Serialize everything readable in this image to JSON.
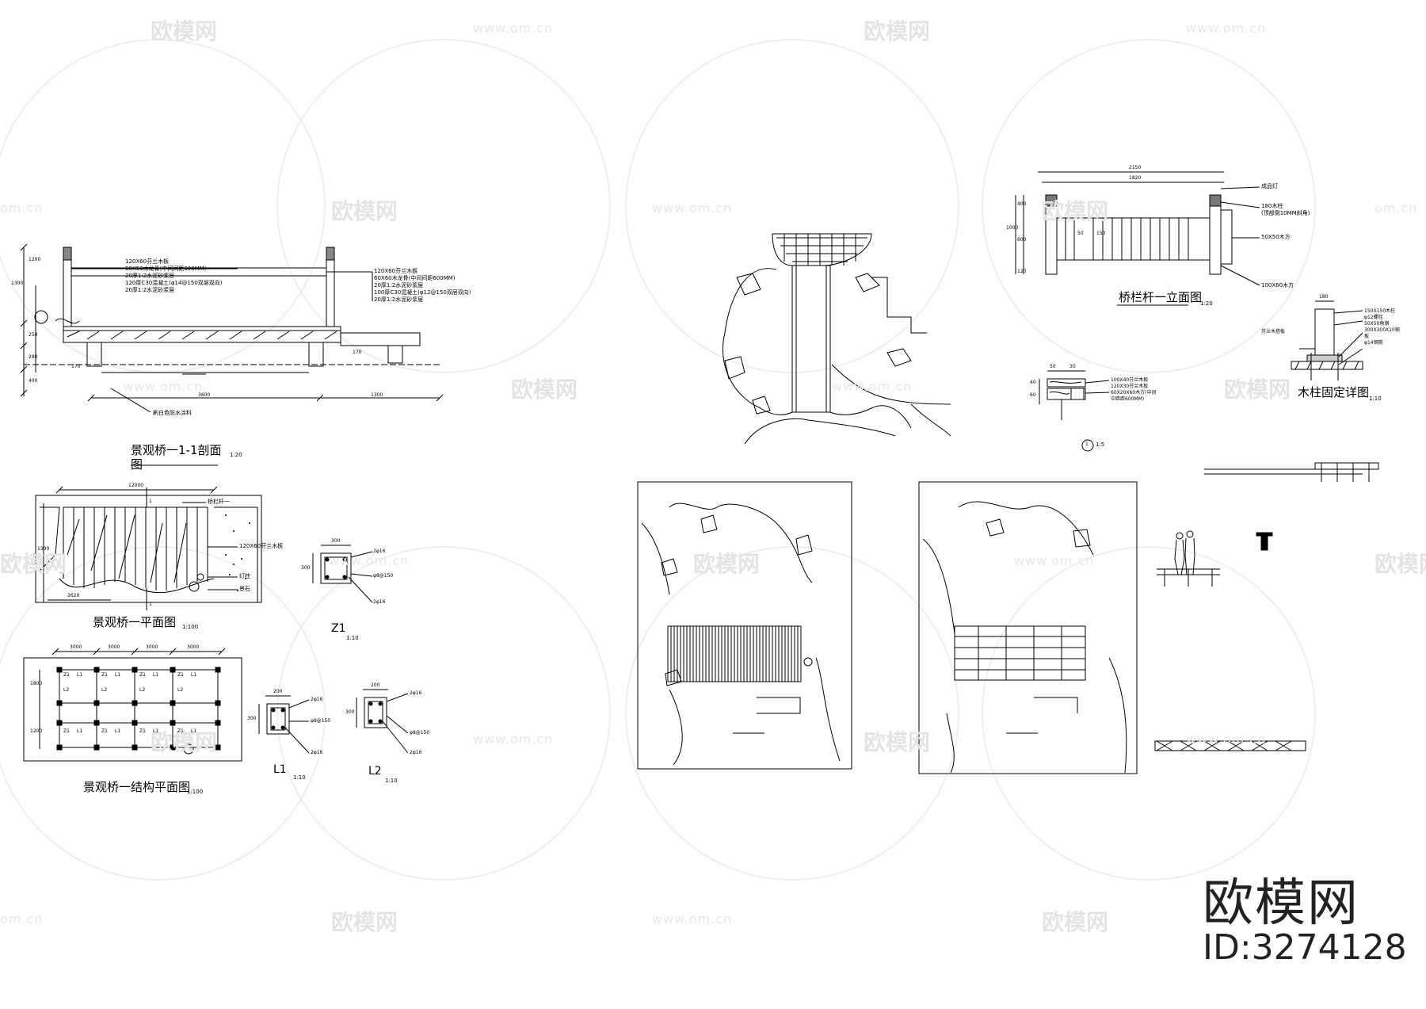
{
  "watermark": {
    "brand": "欧模网",
    "site": "www.om.cn",
    "site_short": "om.cn"
  },
  "brand_mark": {
    "name": "欧模网",
    "id": "ID:3274128"
  },
  "section_1_1": {
    "title": "景观桥一1-1剖面图",
    "scale": "1:20",
    "notes_left": [
      "120X60芬兰木板",
      "50X50木龙骨(中间间距600MM)",
      "20厚1:2水泥砂浆层",
      "120厚C30混凝土(φ14@150双层双向)",
      "20厚1:2水泥砂浆层"
    ],
    "notes_right": [
      "120X60芬兰木板",
      "60X60木龙骨(中间间距600MM)",
      "20厚1:2水泥砂浆层",
      "100厚C30混凝土(φ12@150双层双向)",
      "20厚1:2水泥砂浆层"
    ],
    "bottom_note": "刷白色防水涂料",
    "dims": [
      "3600",
      "1300",
      "1300",
      "250",
      "400",
      "280",
      "1200",
      "170",
      "170"
    ]
  },
  "plan": {
    "title": "景观桥一平面图",
    "scale": "1:100",
    "notes": [
      "桥栏杆一",
      "120X60芬兰木板",
      "灯柱",
      "景石"
    ],
    "section_mark": "1",
    "dims": [
      "12000",
      "1300",
      "2620"
    ]
  },
  "structure": {
    "title": "景观桥一结构平面图",
    "scale": "1:100",
    "beam_labels": [
      "Z1",
      "L1",
      "L2"
    ],
    "dims": [
      "3000",
      "3000",
      "3000",
      "3000",
      "1800",
      "1200"
    ]
  },
  "z1": {
    "title": "Z1",
    "scale": "1:10",
    "notes": [
      "2φ16",
      "φ8@150",
      "2φ16"
    ],
    "dims": [
      "300",
      "300"
    ]
  },
  "l1": {
    "title": "L1",
    "scale": "1:10",
    "notes": [
      "2φ16",
      "φ8@150",
      "2φ16"
    ],
    "dims": [
      "200",
      "300"
    ]
  },
  "l2": {
    "title": "L2",
    "scale": "1:10",
    "notes": [
      "2φ16",
      "φ8@150",
      "2φ16"
    ],
    "dims": [
      "200",
      "300"
    ]
  },
  "railing": {
    "title": "桥栏杆一立面图",
    "scale": "1:20",
    "notes": [
      "成品灯",
      "180木柱",
      "(顶部倒10MM斜角)",
      "50X50木方",
      "100X60木方"
    ],
    "dims": [
      "2150",
      "1820",
      "50",
      "150",
      "1000",
      "600",
      "120",
      "400"
    ]
  },
  "detail_1": {
    "mark": "1",
    "scale": "1:5",
    "notes": [
      "100X40芬兰木板",
      "120X30芬兰木板",
      "60X20X60木方(中间",
      "中距距600MM)"
    ],
    "dims": [
      "50",
      "30",
      "40",
      "60"
    ]
  },
  "post_detail": {
    "title": "木柱固定详图",
    "scale": "1:10",
    "notes": [
      "150X150木柱",
      "φ12螺栓",
      "50X50角钢",
      "300X300X10钢",
      "板",
      "φ14钢筋",
      "芬兰木搭板"
    ],
    "dims": [
      "180"
    ]
  }
}
